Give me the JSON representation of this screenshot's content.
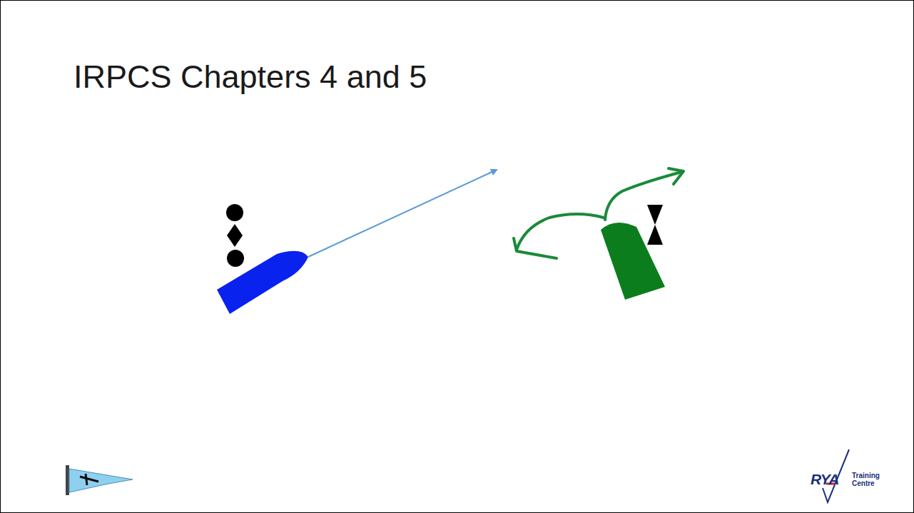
{
  "diagram": {
    "title": "IRPCS Chapters 4 and 5",
    "labels": [
      "RYA",
      "Training Centre"
    ]
  }
}
